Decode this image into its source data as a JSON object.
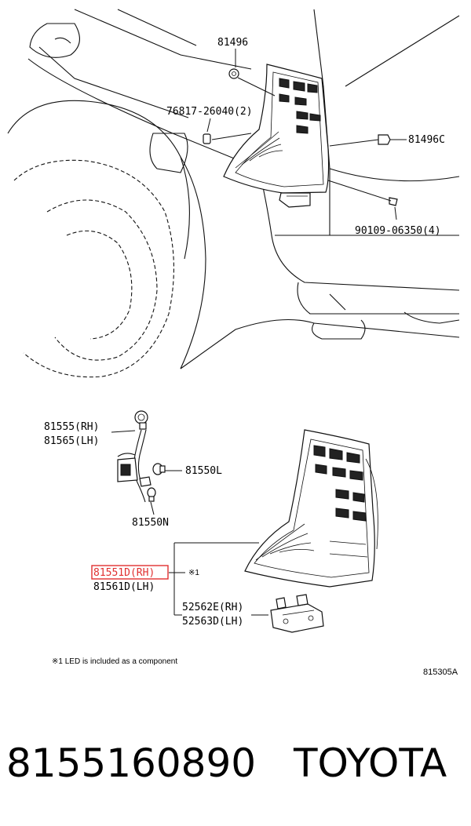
{
  "callouts": {
    "c81496": "81496",
    "c76817": "76817-26040(2)",
    "c81496c": "81496C",
    "c90109": "90109-06350(4)",
    "c81555": "81555(RH)",
    "c81565": "81565(LH)",
    "c81550l": "81550L",
    "c81550n": "81550N",
    "c81551d": "81551D(RH)",
    "c81561d": "81561D(LH)",
    "c52562e": "52562E(RH)",
    "c52563d": "52563D(LH)",
    "note_mark": "※1"
  },
  "footnote": "※1 LED is included as a component",
  "diagram_code": "815305A",
  "footer": {
    "part_number": "8155160890",
    "brand": "TOYOTA"
  },
  "highlight_color": "#e03030"
}
